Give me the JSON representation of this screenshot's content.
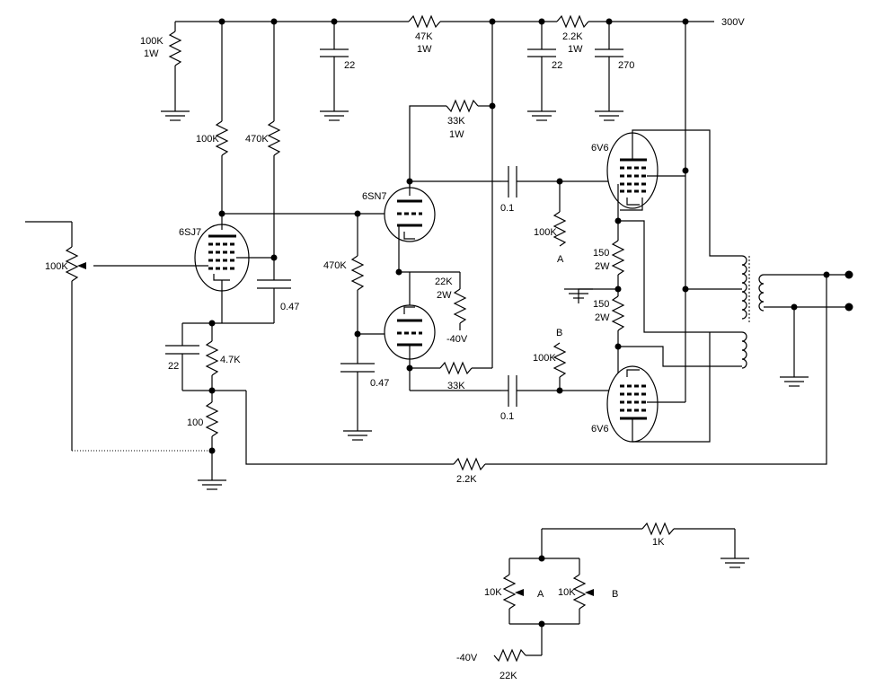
{
  "supply": {
    "label": "300V"
  },
  "tubes": {
    "v1": "6SJ7",
    "v2": "6SN7",
    "v3": "6V6",
    "v4": "6V6"
  },
  "resistors": {
    "r_100k_1w_value": "100K",
    "r_100k_1w_rating": "1W",
    "r_100k_plate": "100K",
    "r_470k_screen": "470K",
    "r_47k_1w_value": "47K",
    "r_47k_1w_rating": "1W",
    "r_2k2_1w_value": "2.2K",
    "r_2k2_1w_rating": "1W",
    "r_33k_1w_value": "33K",
    "r_33k_1w_rating": "1W",
    "r_100k_volume": "100K",
    "r_470k_grid": "470K",
    "r_22k_2w_value": "22K",
    "r_22k_2w_rating": "2W",
    "r_neg40": "-40V",
    "r_4k7": "4.7K",
    "r_100": "100",
    "r_33k_bottom": "33K",
    "r_100k_a": "100K",
    "r_100k_b": "100K",
    "r_150_a_value": "150",
    "r_150_a_rating": "2W",
    "r_150_b_value": "150",
    "r_150_b_rating": "2W",
    "r_2k2_fb": "2.2K"
  },
  "capacitors": {
    "c_22_a": "22",
    "c_22_b": "22",
    "c_270": "270",
    "c_047_screen": "0.47",
    "c_22_cath": "22",
    "c_01_top": "0.1",
    "c_01_bottom": "0.1",
    "c_047_grid": "0.47"
  },
  "nodes": {
    "a": "A",
    "b": "B"
  },
  "bias_network": {
    "r_1k": "1K",
    "pot_a": "10K",
    "pot_b": "10K",
    "label_a": "A",
    "label_b": "B",
    "neg_supply": "-40V",
    "r_22k": "22K"
  }
}
